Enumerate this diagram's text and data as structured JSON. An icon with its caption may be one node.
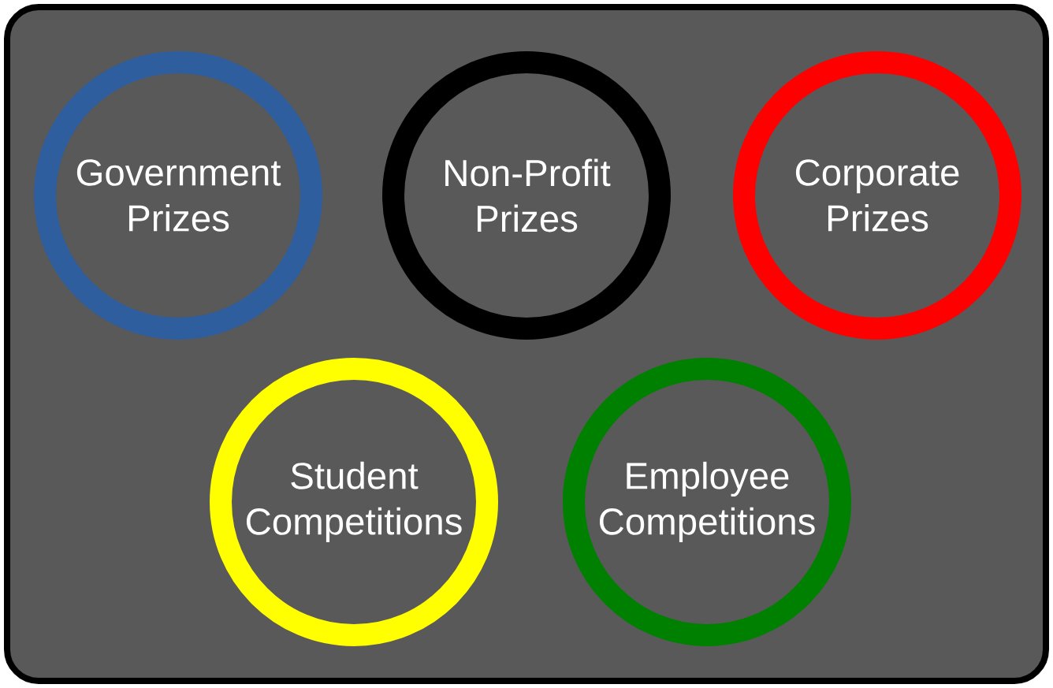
{
  "diagram": {
    "nodes": [
      {
        "text": [],
        "shape": "box"
      },
      {
        "text": [
          "Government Prizes"
        ],
        "in": 0
      },
      {
        "text": [
          "Non-Profit Prizes"
        ],
        "in": 0
      },
      {
        "text": [
          "Corporate Prizes"
        ],
        "in": 0
      },
      {
        "text": [
          "Student Competitions"
        ],
        "in": 0
      },
      {
        "text": [
          "Employee Competitions"
        ],
        "in": 0
      }
    ]
  }
}
